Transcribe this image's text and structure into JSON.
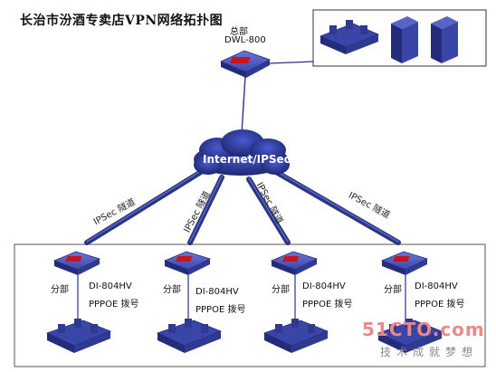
{
  "title": "长治市汾酒专卖店VPN网络拓扑图",
  "hq": {
    "label": "总部",
    "device": "DWL-800"
  },
  "cloud": {
    "label": "Internet/IPSec"
  },
  "tunnels": [
    "IPSec 隧道",
    "IPSec 隧道",
    "IPSec 隧道",
    "IPSec 隧道"
  ],
  "branches": [
    {
      "label": "分部",
      "device": "DI-804HV",
      "dial": "PPPOE 拨号"
    },
    {
      "label": "分部",
      "device": "DI-804HV",
      "dial": "PPPOE 拨号"
    },
    {
      "label": "分部",
      "device": "DI-804HV",
      "dial": "PPPOE 拨号"
    },
    {
      "label": "分部",
      "device": "DI-804HV",
      "dial": "PPPOE 拨号"
    }
  ],
  "watermark": {
    "site": "51CTO.com",
    "slogan": "技术成就梦想"
  },
  "colors": {
    "device": "#3a45a8",
    "deviceDark": "#232b7a",
    "cloud": "#2c3b9a",
    "link": "#2a3484"
  }
}
